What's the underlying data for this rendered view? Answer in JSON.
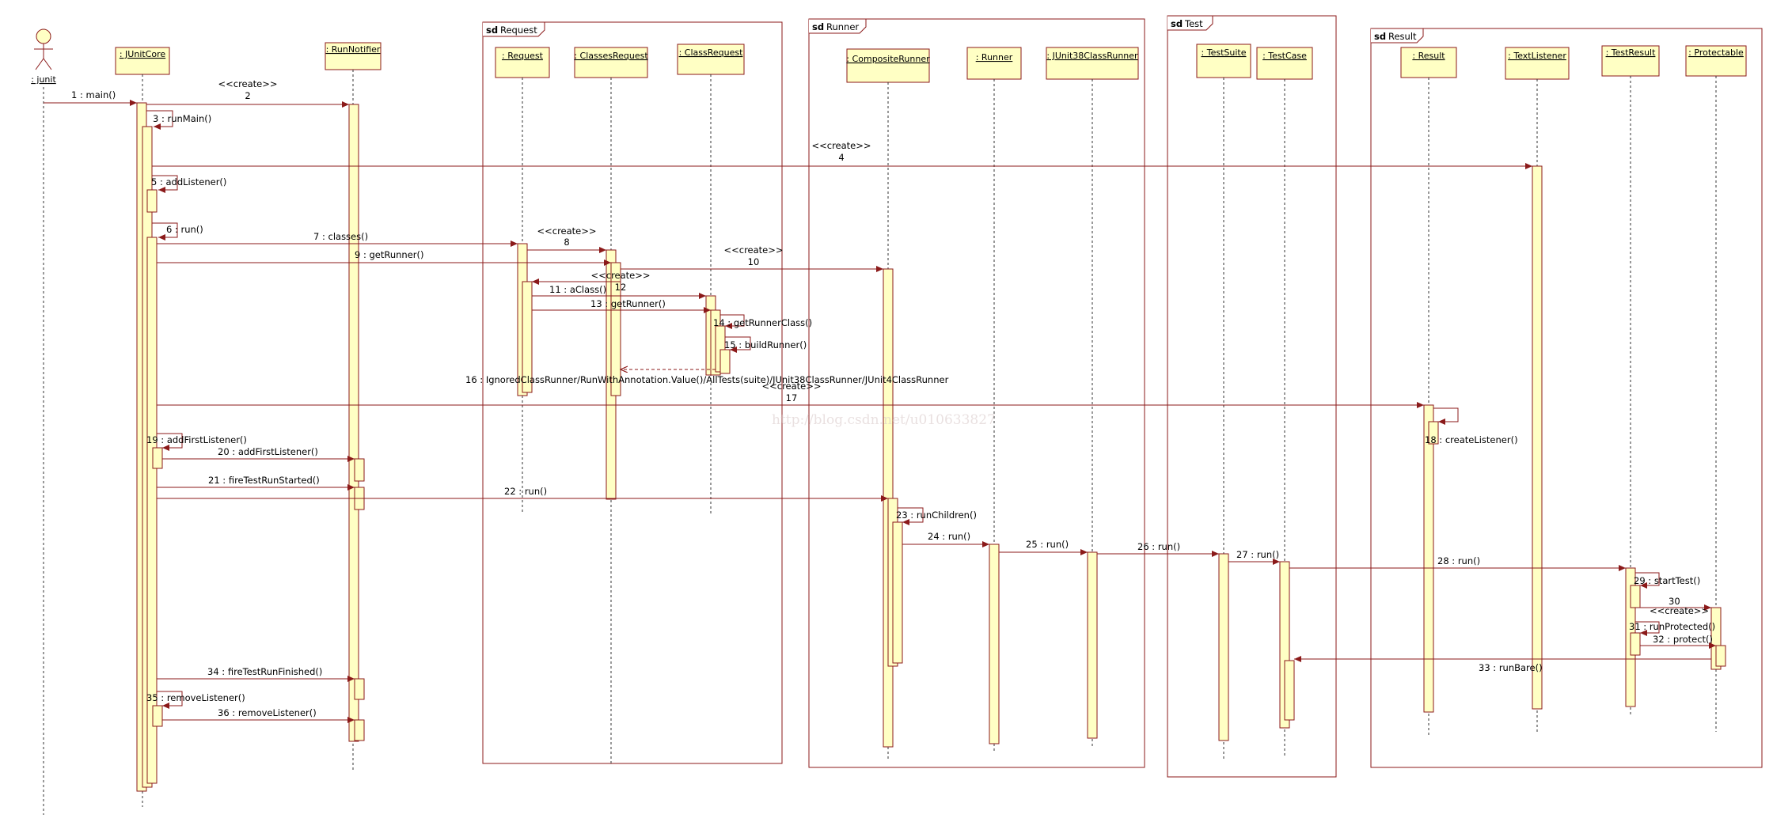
{
  "diagram": {
    "type": "UML sequence diagram",
    "watermark": "http://blog.csdn.net/u010633827",
    "colors": {
      "line": "#8b1a1a",
      "box_fill": "#ffffc4",
      "activation_fill": "#ffffc4",
      "text": "#000000",
      "lifeline": "#333333"
    },
    "frames": [
      {
        "tag": "sd",
        "name": "Request"
      },
      {
        "tag": "sd",
        "name": "Runner"
      },
      {
        "tag": "sd",
        "name": "Test"
      },
      {
        "tag": "sd",
        "name": "Result"
      }
    ],
    "actor": {
      "label": ": junit"
    },
    "lifelines": [
      {
        "id": "core",
        "label": ": JUnitCore"
      },
      {
        "id": "notifier",
        "label": ": RunNotifier"
      },
      {
        "id": "request",
        "label": ": Request"
      },
      {
        "id": "classesRequest",
        "label": ": ClassesRequest"
      },
      {
        "id": "classRequest",
        "label": ": ClassRequest"
      },
      {
        "id": "compositeRunner",
        "label": ": CompositeRunner"
      },
      {
        "id": "runner",
        "label": ": Runner"
      },
      {
        "id": "junit38",
        "label": ": JUnit38ClassRunner"
      },
      {
        "id": "testSuite",
        "label": ": TestSuite"
      },
      {
        "id": "testCase",
        "label": ": TestCase"
      },
      {
        "id": "result",
        "label": ": Result"
      },
      {
        "id": "textListener",
        "label": ": TextListener"
      },
      {
        "id": "testResult",
        "label": ": TestResult"
      },
      {
        "id": "protectable",
        "label": ": Protectable"
      }
    ],
    "messages": [
      {
        "id": "m1",
        "text": "1 : main()"
      },
      {
        "id": "m2a",
        "text": "<<create>>"
      },
      {
        "id": "m2b",
        "text": "2"
      },
      {
        "id": "m3",
        "text": "3 : runMain()"
      },
      {
        "id": "m4a",
        "text": "<<create>>"
      },
      {
        "id": "m4b",
        "text": "4"
      },
      {
        "id": "m5",
        "text": "5 : addListener()"
      },
      {
        "id": "m6",
        "text": "6 : run()"
      },
      {
        "id": "m7",
        "text": "7 : classes()"
      },
      {
        "id": "m8a",
        "text": "<<create>>"
      },
      {
        "id": "m8b",
        "text": "8"
      },
      {
        "id": "m9",
        "text": "9 : getRunner()"
      },
      {
        "id": "m10a",
        "text": "<<create>>"
      },
      {
        "id": "m10b",
        "text": "10"
      },
      {
        "id": "m11",
        "text": "11 : aClass()"
      },
      {
        "id": "m12a",
        "text": "<<create>>"
      },
      {
        "id": "m12b",
        "text": "12"
      },
      {
        "id": "m13",
        "text": "13 : getRunner()"
      },
      {
        "id": "m14",
        "text": "14 : getRunnerClass()"
      },
      {
        "id": "m15",
        "text": "15 : buildRunner()"
      },
      {
        "id": "m16",
        "text": "16 : IgnoredClassRunner/RunWithAnnotation.Value()/AllTests(suite)/JUnit38ClassRunner/JUnit4ClassRunner"
      },
      {
        "id": "m17a",
        "text": "<<create>>"
      },
      {
        "id": "m17b",
        "text": "17"
      },
      {
        "id": "m18",
        "text": "18 : createListener()"
      },
      {
        "id": "m19",
        "text": "19 : addFirstListener()"
      },
      {
        "id": "m20",
        "text": "20 : addFirstListener()"
      },
      {
        "id": "m21",
        "text": "21 : fireTestRunStarted()"
      },
      {
        "id": "m22",
        "text": "22 : run()"
      },
      {
        "id": "m23",
        "text": "23 : runChildren()"
      },
      {
        "id": "m24",
        "text": "24 : run()"
      },
      {
        "id": "m25",
        "text": "25 : run()"
      },
      {
        "id": "m26",
        "text": "26 : run()"
      },
      {
        "id": "m27",
        "text": "27 : run()"
      },
      {
        "id": "m28",
        "text": "28 : run()"
      },
      {
        "id": "m29",
        "text": "29 : startTest()"
      },
      {
        "id": "m30a",
        "text": "30"
      },
      {
        "id": "m30b",
        "text": "<<create>>"
      },
      {
        "id": "m31",
        "text": "31 : runProtected()"
      },
      {
        "id": "m32",
        "text": "32 : protect()"
      },
      {
        "id": "m33",
        "text": "33 : runBare()"
      },
      {
        "id": "m34",
        "text": "34 : fireTestRunFinished()"
      },
      {
        "id": "m35",
        "text": "35 : removeListener()"
      },
      {
        "id": "m36",
        "text": "36 : removeListener()"
      }
    ]
  }
}
